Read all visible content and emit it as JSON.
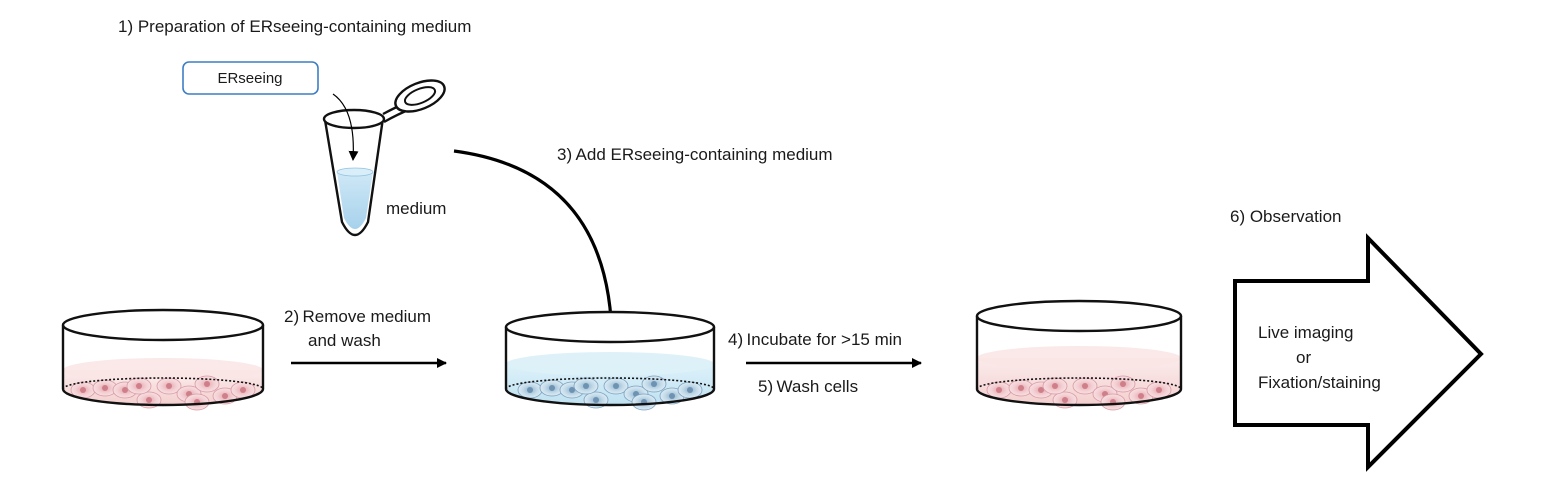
{
  "steps": {
    "s1": "1) Preparation of ERseeing-containing medium",
    "s2_line1": "2) Remove medium",
    "s2_line2": "and wash",
    "s3": "3) Add ERseeing-containing medium",
    "s4": "4) Incubate for >15 min",
    "s5": "5) Wash cells",
    "s6": "6) Observation"
  },
  "tube": {
    "reagent_label": "ERseeing",
    "medium_label": "medium"
  },
  "outcome": {
    "line1": "Live imaging",
    "line2": "or",
    "line3": "Fixation/staining"
  },
  "colors": {
    "normal_medium": "#f7d9d9",
    "erseeing_medium": "#cde9f5",
    "reagent_box_border": "#3d7fc4",
    "arrow": "#000000"
  }
}
